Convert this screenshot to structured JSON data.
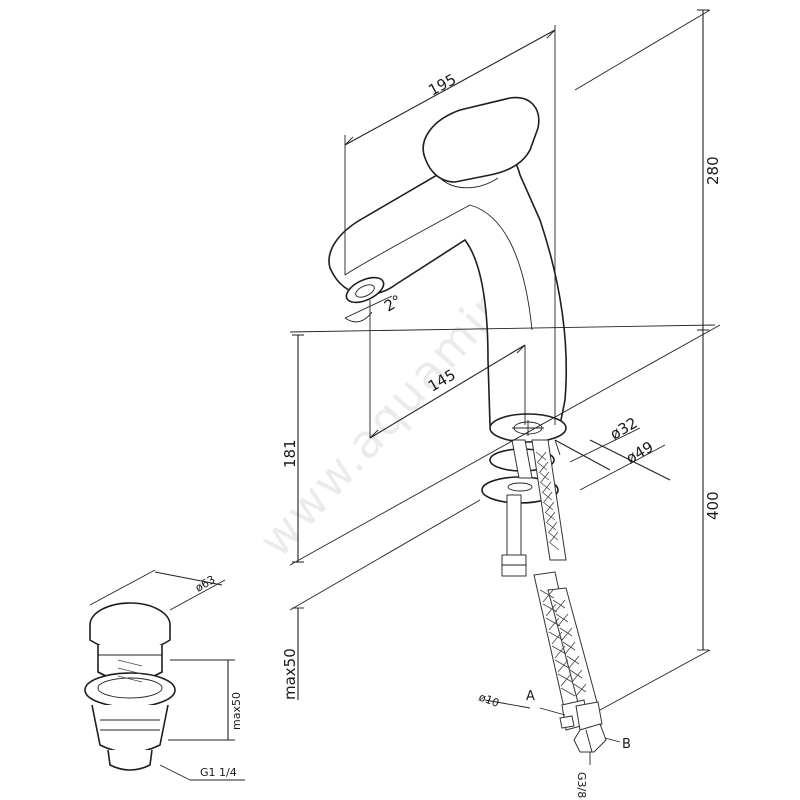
{
  "dimensions": {
    "spout_reach": "195",
    "total_height": "280",
    "angle": "2°",
    "spout_height": "181",
    "handle_offset": "145",
    "base_diameter": "ø32",
    "flange_diameter": "ø49",
    "hose_length": "400",
    "max_thickness": "max50"
  },
  "connections": {
    "label_a": "A",
    "label_b": "B",
    "hose_diameter": "ø10",
    "thread": "G3/8"
  },
  "drain_valve": {
    "diameter": "ø63",
    "height": "max50",
    "thread": "G1 1/4"
  },
  "watermark": "www.aquamir.ru"
}
